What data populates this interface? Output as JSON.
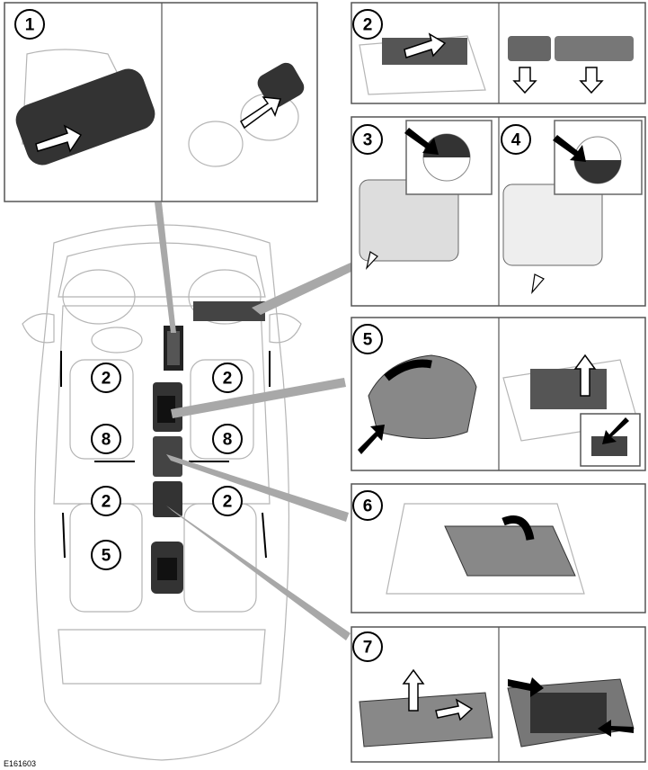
{
  "image_code": "E161603",
  "callouts": [
    {
      "label": "1"
    },
    {
      "label": "2"
    },
    {
      "label": "3"
    },
    {
      "label": "4"
    },
    {
      "label": "5"
    },
    {
      "label": "6"
    },
    {
      "label": "7"
    },
    {
      "label": "2"
    },
    {
      "label": "2"
    },
    {
      "label": "8"
    },
    {
      "label": "8"
    },
    {
      "label": "2"
    },
    {
      "label": "2"
    },
    {
      "label": "5"
    }
  ]
}
